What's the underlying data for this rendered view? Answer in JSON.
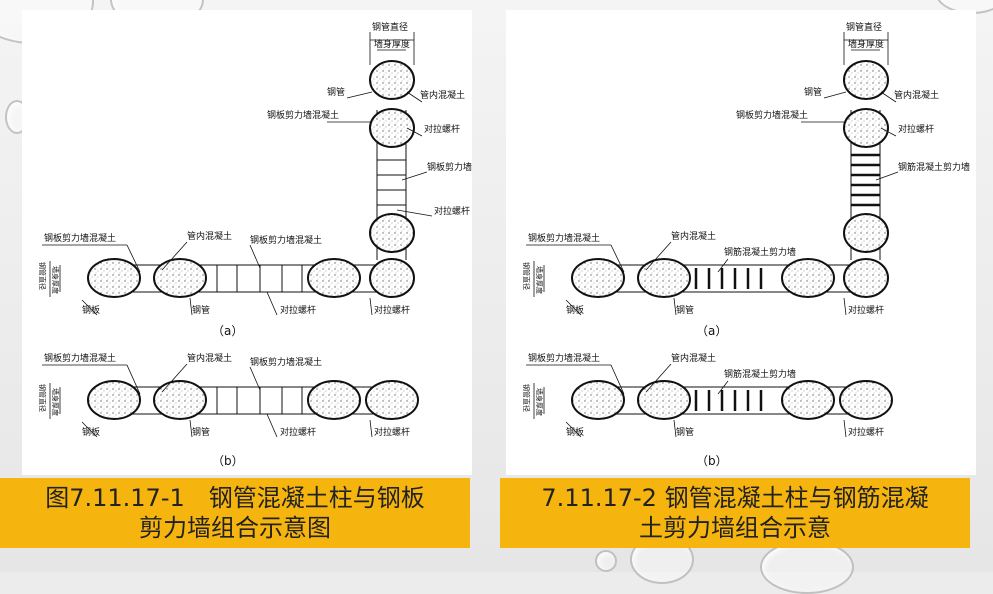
{
  "left": {
    "labels": {
      "pipe_diameter": "钢管直径",
      "wall_thickness": "墙身厚度",
      "steel_pipe": "钢管",
      "in_pipe_concrete": "管内混凝土",
      "plate_wall_concrete": "钢板剪力墙混凝土",
      "tie_bolt": "对拉螺杆",
      "steel_plate": "钢板"
    },
    "sub_a": "（a）",
    "sub_b": "（b）",
    "caption_line1": "图7.11.17-1　钢管混凝土柱与钢板",
    "caption_line2": "剪力墙组合示意图"
  },
  "right": {
    "labels": {
      "pipe_diameter": "钢管直径",
      "wall_thickness": "墙身厚度",
      "steel_pipe": "钢管",
      "in_pipe_concrete": "管内混凝土",
      "plate_wall_concrete": "钢板剪力墙混凝土",
      "tie_bolt": "对拉螺杆",
      "rc_shear_wall": "钢筋混凝土剪力墙",
      "steel_plate": "钢板"
    },
    "sub_a": "（a）",
    "sub_b": "（b）",
    "caption_line1": "7.11.17-2 钢管混凝土柱与钢筋混凝",
    "caption_line2": "土剪力墙组合示意"
  },
  "colors": {
    "caption_bg": "#f6b40e",
    "line": "#111111"
  }
}
